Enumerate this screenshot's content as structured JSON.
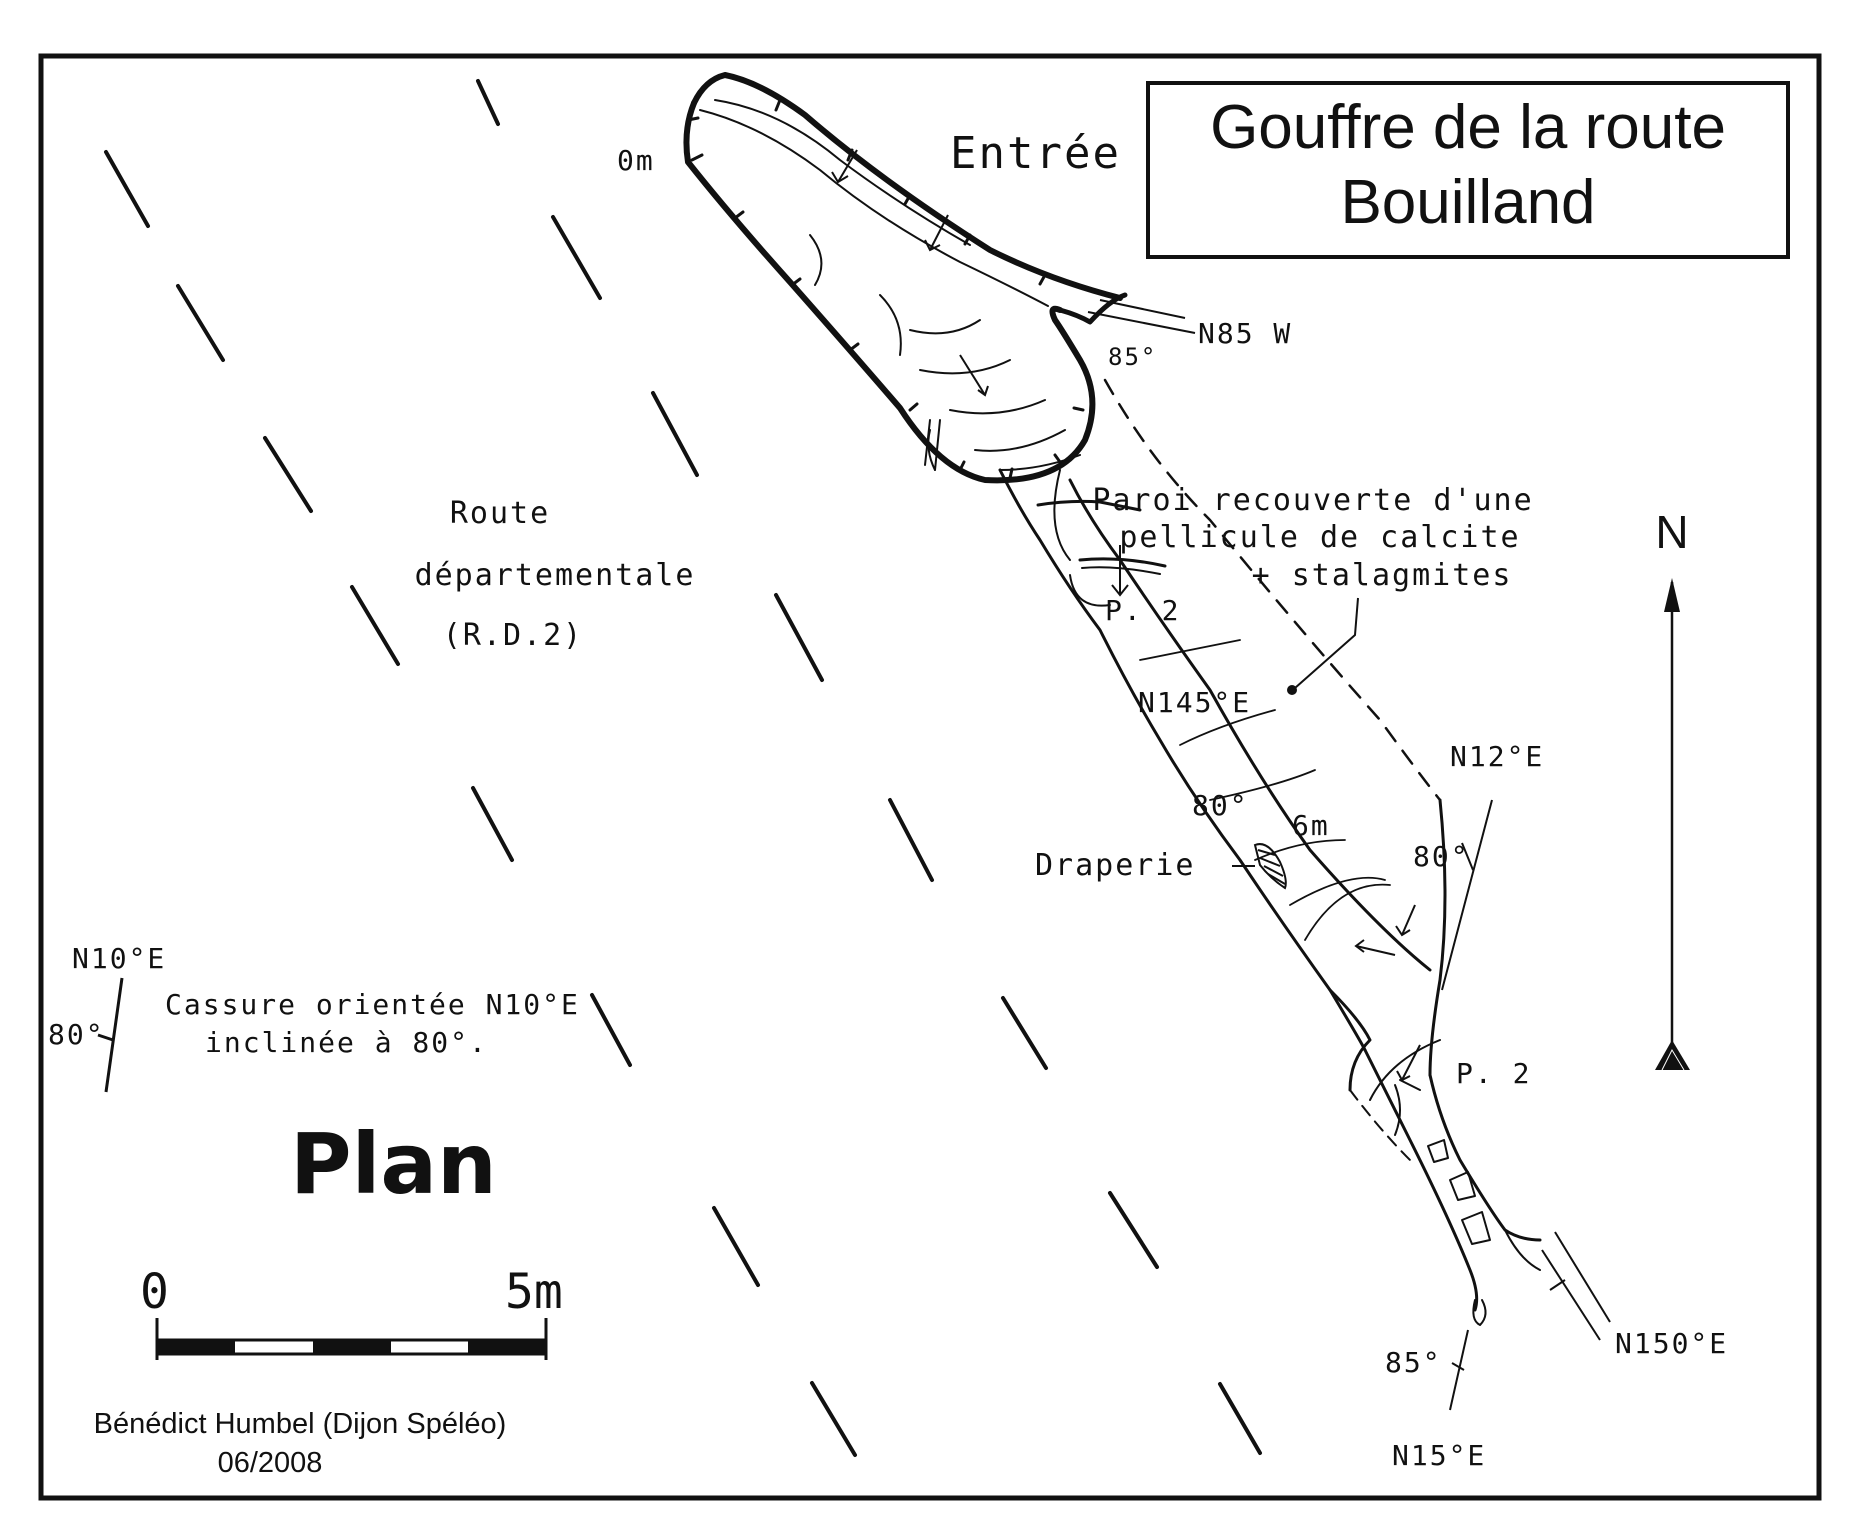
{
  "title": {
    "line1": "Gouffre de la route",
    "line2": "Bouilland"
  },
  "plan_label": "Plan",
  "entrance": {
    "label": "Entrée",
    "depth_top": "0m",
    "depth_mid": "6m"
  },
  "road": {
    "line1": "Route",
    "line2": "départementale",
    "line3": "(R.D.2)"
  },
  "wall_note": {
    "line1": "Paroi recouverte d'une",
    "line2": "pellicule de calcite",
    "line3": "+ stalagmites"
  },
  "pitches": {
    "upper": "P. 2",
    "lower": "P. 2"
  },
  "drapery_label": "Draperie",
  "orientations": {
    "n85w": "N85 W",
    "dip_85_top": "85°",
    "n145e": "N145°E",
    "dip_80_left": "80°",
    "n12e": "N12°E",
    "dip_80_right": "80°",
    "n150e": "N150°E",
    "dip_85_bottom": "85°",
    "n15e": "N15°E"
  },
  "legend": {
    "strike": "N10°E",
    "dip": "80°",
    "text_line1": "Cassure orientée N10°E",
    "text_line2": "inclinée à 80°."
  },
  "scale_bar": {
    "start": "0",
    "end": "5m"
  },
  "north_label": "N",
  "credit": {
    "author": "Bénédict Humbel (Dijon Spéléo)",
    "date": "06/2008"
  },
  "colors": {
    "ink": "#111111",
    "paper": "#ffffff"
  }
}
